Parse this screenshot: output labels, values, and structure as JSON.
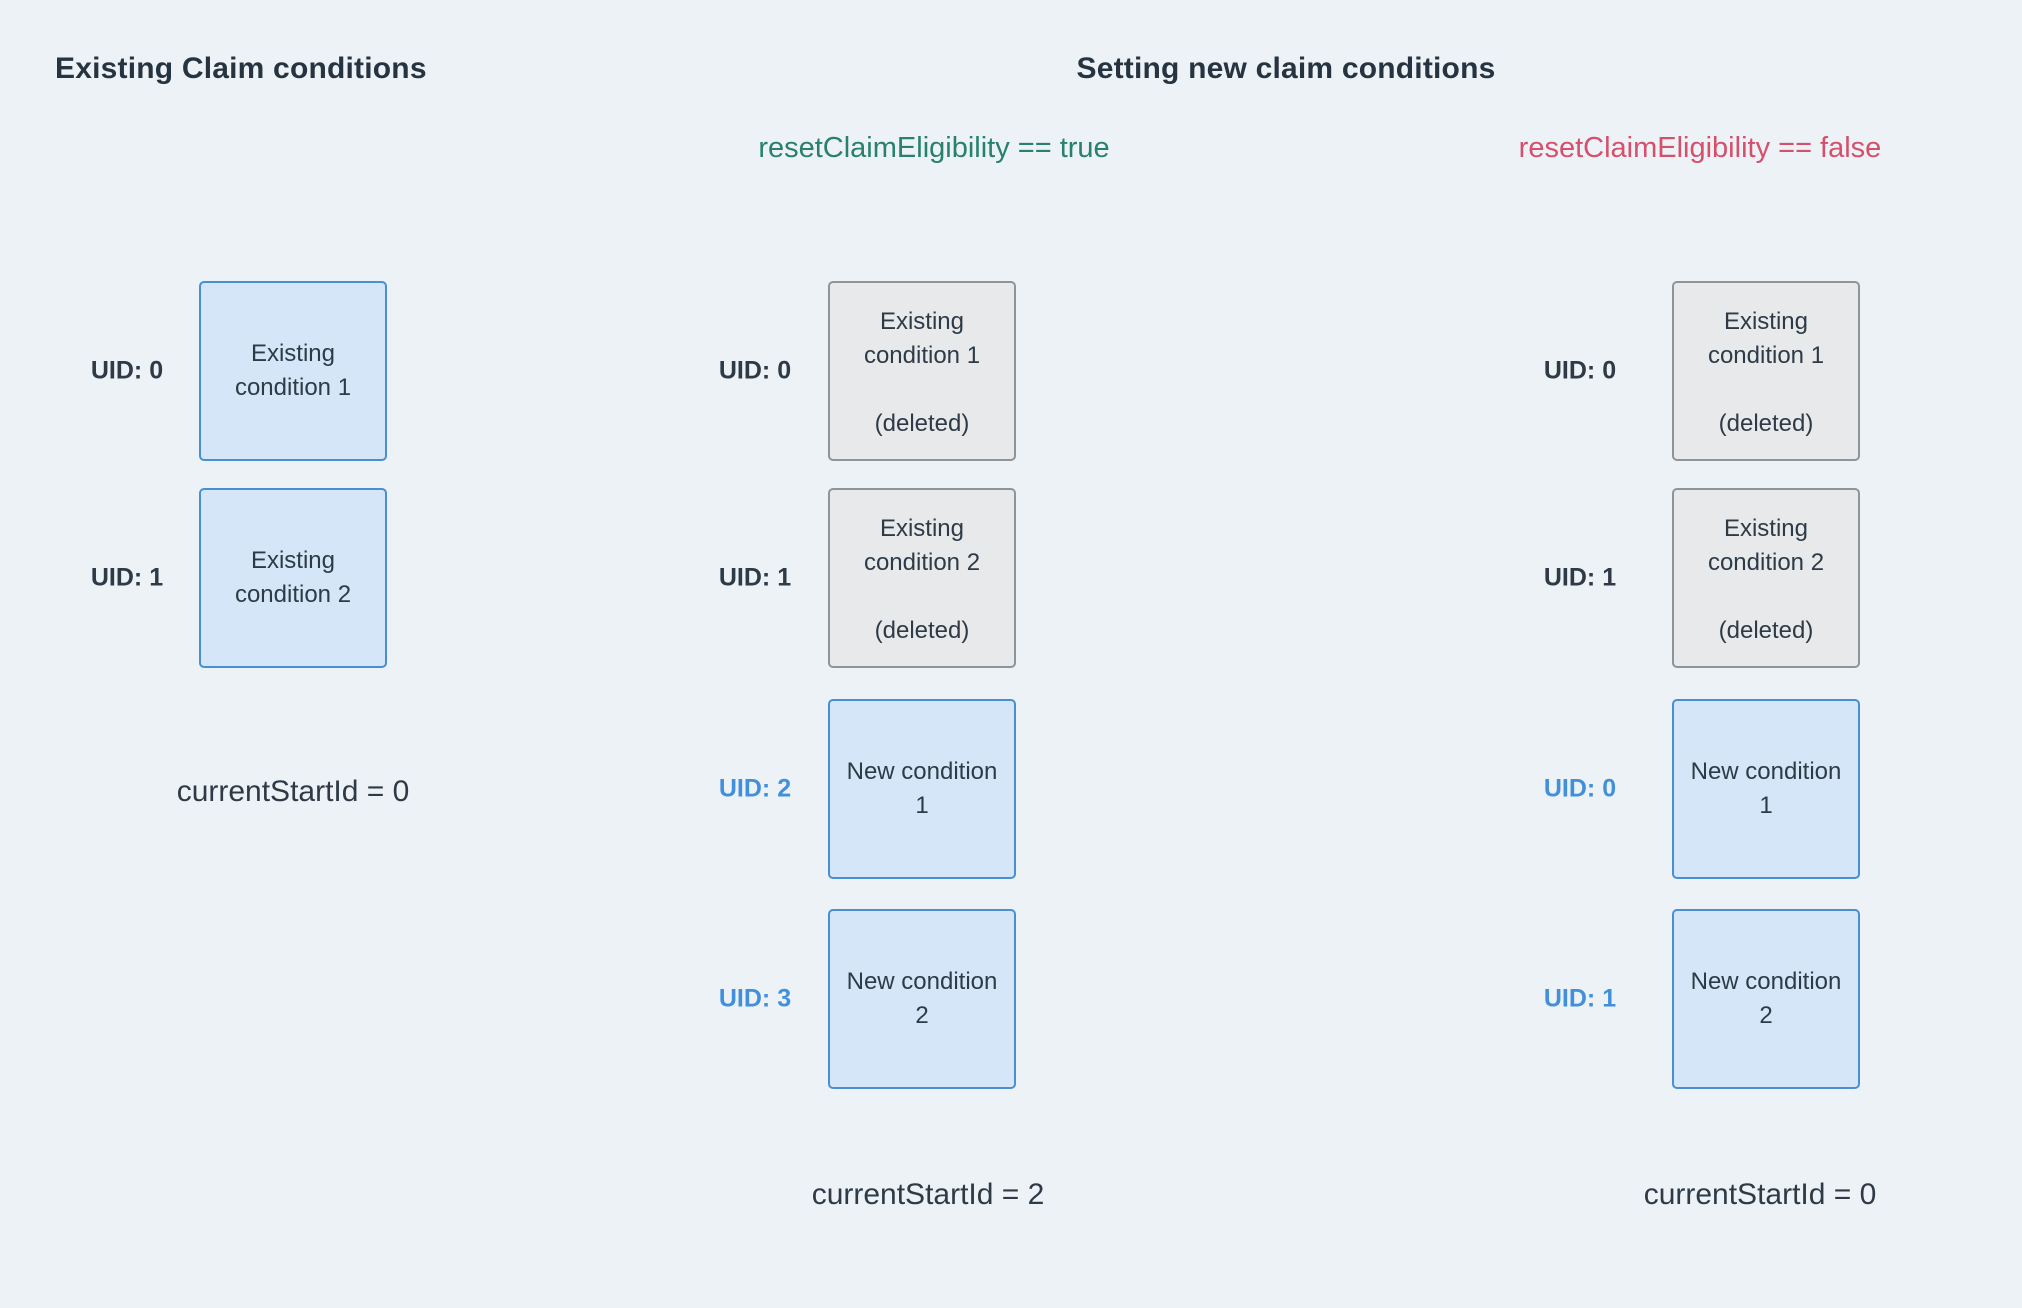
{
  "colors": {
    "background": "#edf2f6",
    "heading": "#263442",
    "body_text": "#2e3b47",
    "uid_dark": "#2e3b47",
    "uid_blue": "#4290dc",
    "teal": "#27816e",
    "red": "#d5506c",
    "blue_box_bg": "#d4e6f7",
    "blue_box_border": "#4a8fd3",
    "gray_box_bg": "#e7e9eb",
    "gray_box_border": "#8d959b"
  },
  "left_panel": {
    "title": "Existing Claim conditions",
    "rows": [
      {
        "uid": "UID: 0",
        "label": "Existing condition 1"
      },
      {
        "uid": "UID: 1",
        "label": "Existing condition 2"
      }
    ],
    "current_start_id": "currentStartId = 0"
  },
  "new_claims_panel": {
    "title": "Setting new claim conditions",
    "scenarios": [
      {
        "condition": "resetClaimEligibility == true",
        "rows": [
          {
            "uid": "UID: 0",
            "label": "Existing condition 1",
            "status": "(deleted)"
          },
          {
            "uid": "UID: 1",
            "label": "Existing condition 2",
            "status": "(deleted)"
          },
          {
            "uid": "UID: 2",
            "label": "New condition 1"
          },
          {
            "uid": "UID: 3",
            "label": "New condition 2"
          }
        ],
        "current_start_id": "currentStartId = 2"
      },
      {
        "condition": "resetClaimEligibility == false",
        "rows": [
          {
            "uid": "UID: 0",
            "label": "Existing condition 1",
            "status": "(deleted)"
          },
          {
            "uid": "UID: 1",
            "label": "Existing condition 2",
            "status": "(deleted)"
          },
          {
            "uid": "UID: 0",
            "label": "New condition 1"
          },
          {
            "uid": "UID: 1",
            "label": "New condition 2"
          }
        ],
        "current_start_id": "currentStartId = 0"
      }
    ]
  }
}
